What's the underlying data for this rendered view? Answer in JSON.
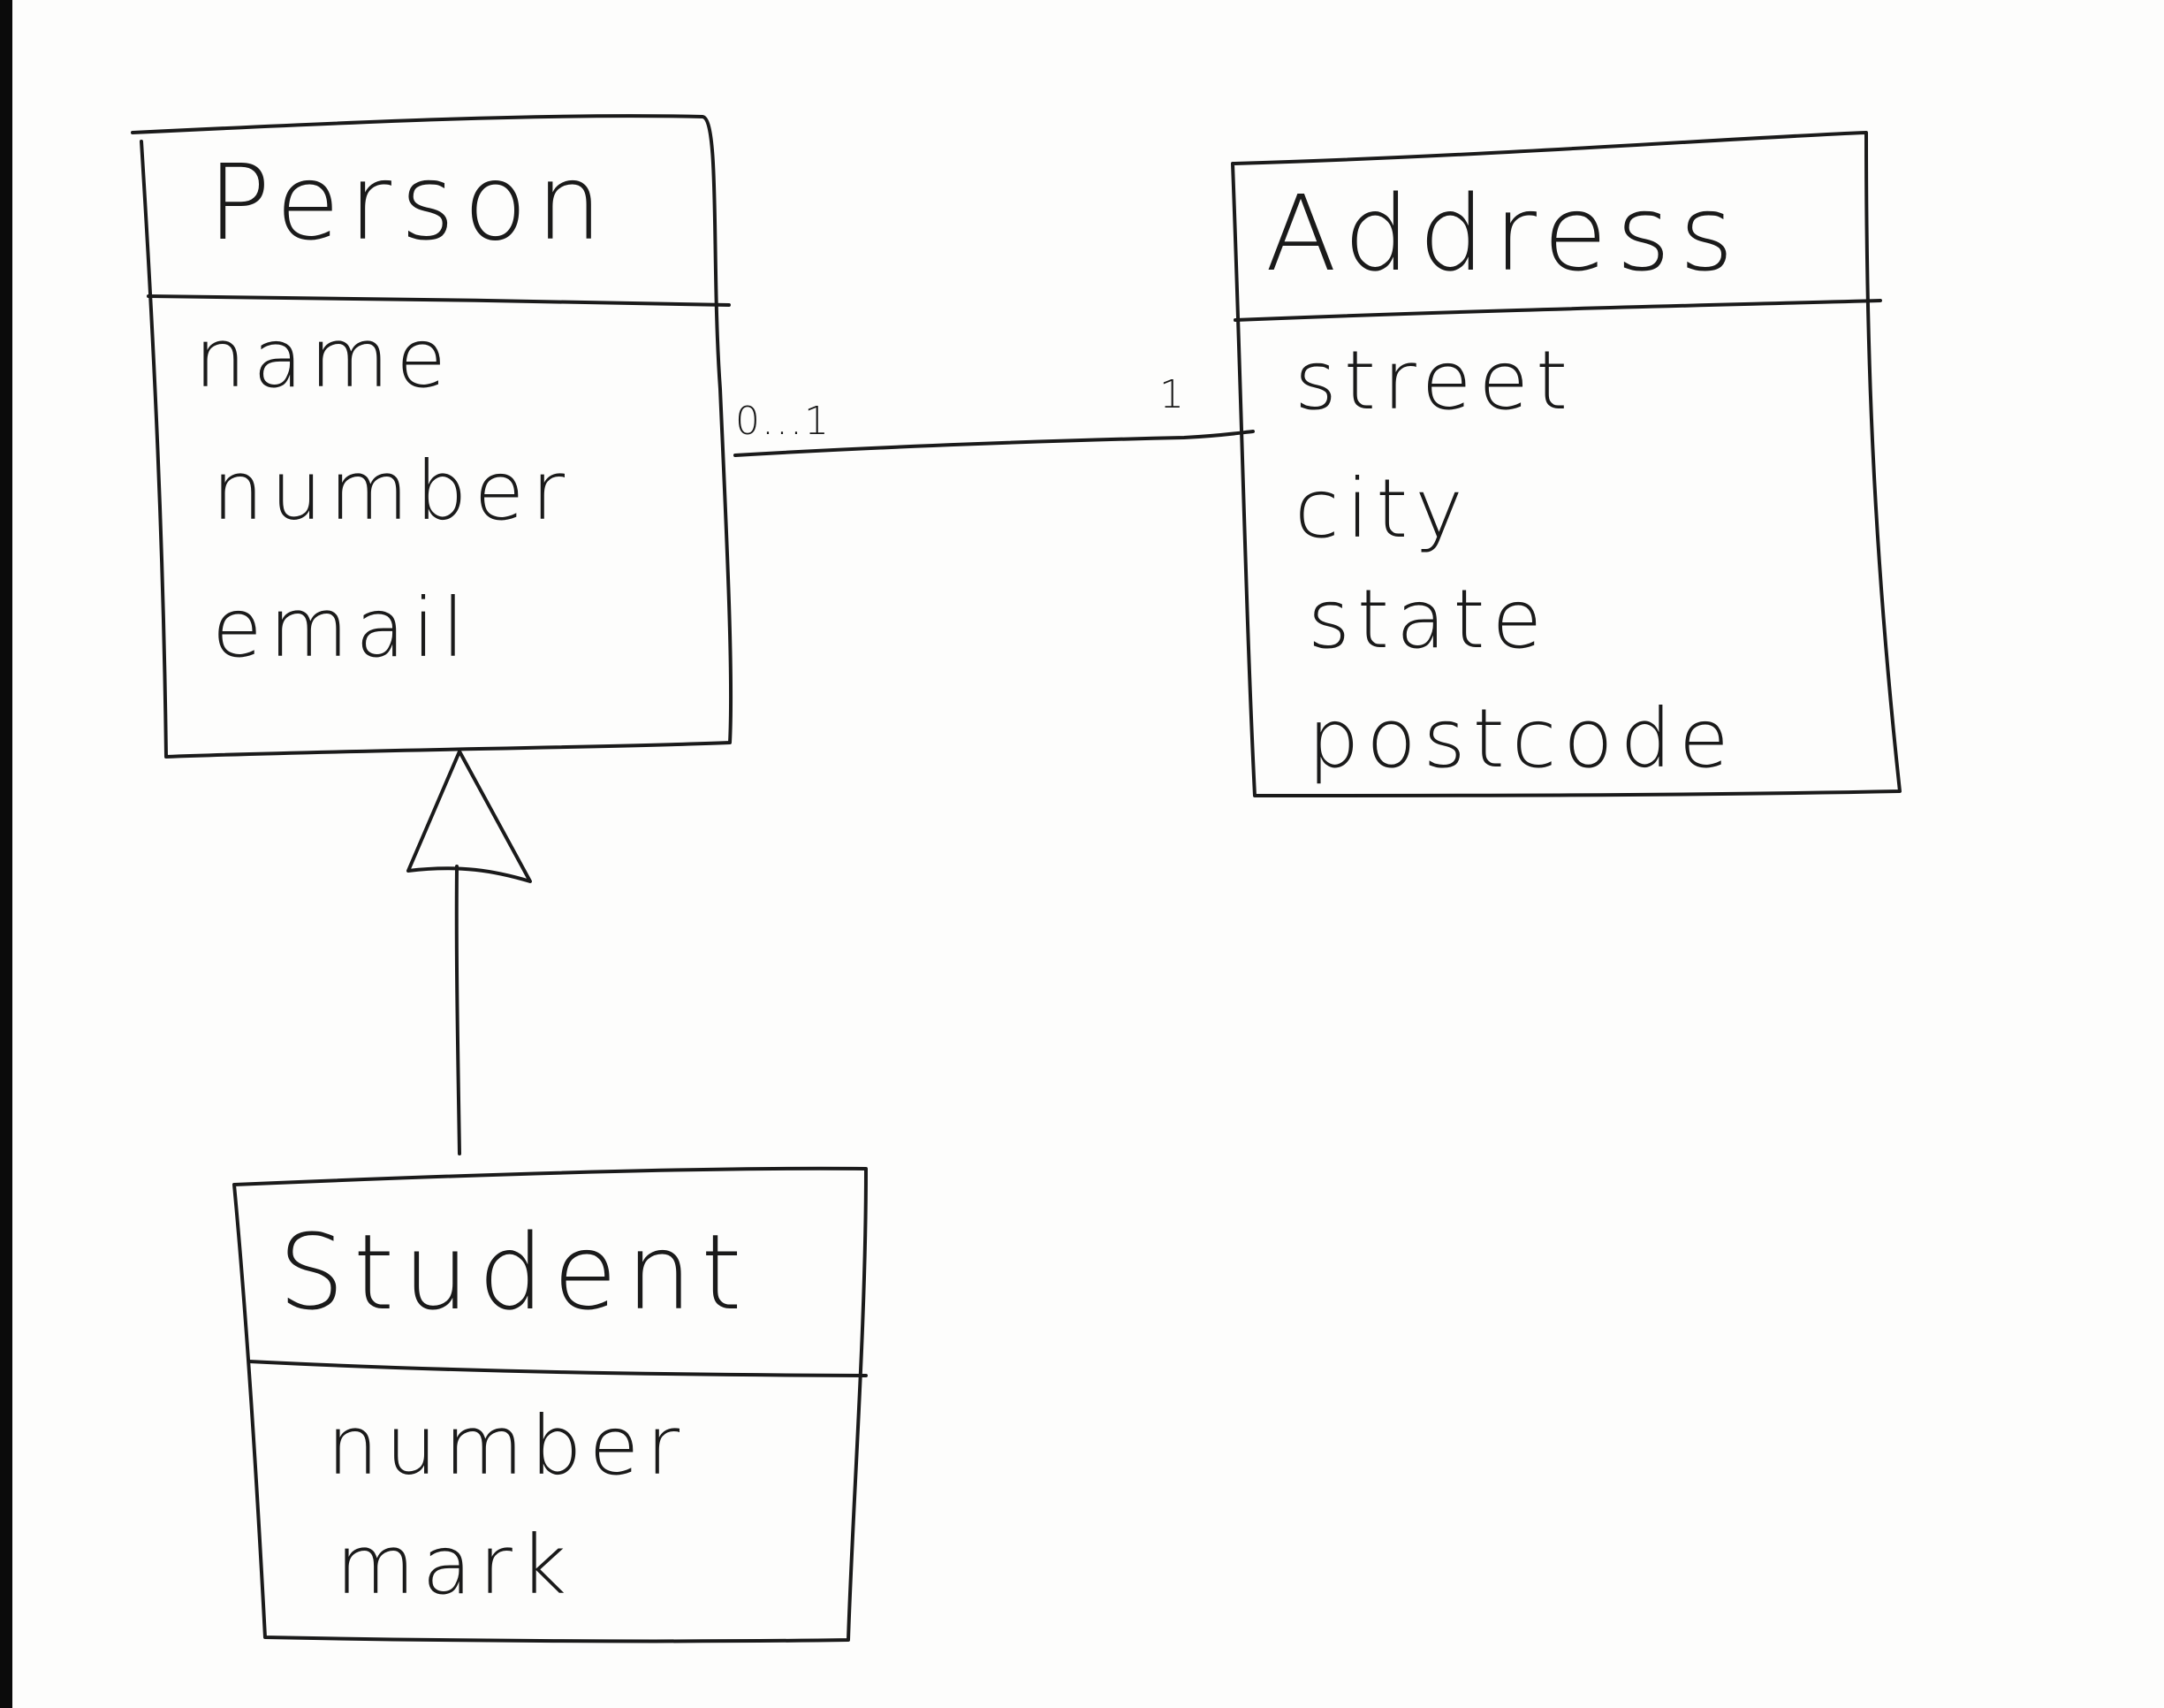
{
  "classes": {
    "person": {
      "name": "Person",
      "attributes": [
        "name",
        "number",
        "email"
      ]
    },
    "address": {
      "name": "Address",
      "attributes": [
        "street",
        "city",
        "state",
        "postcode"
      ]
    },
    "student": {
      "name": "Student",
      "attributes": [
        "number",
        "mark"
      ]
    }
  },
  "association": {
    "person_multiplicity": "0...1",
    "address_multiplicity": "1"
  }
}
